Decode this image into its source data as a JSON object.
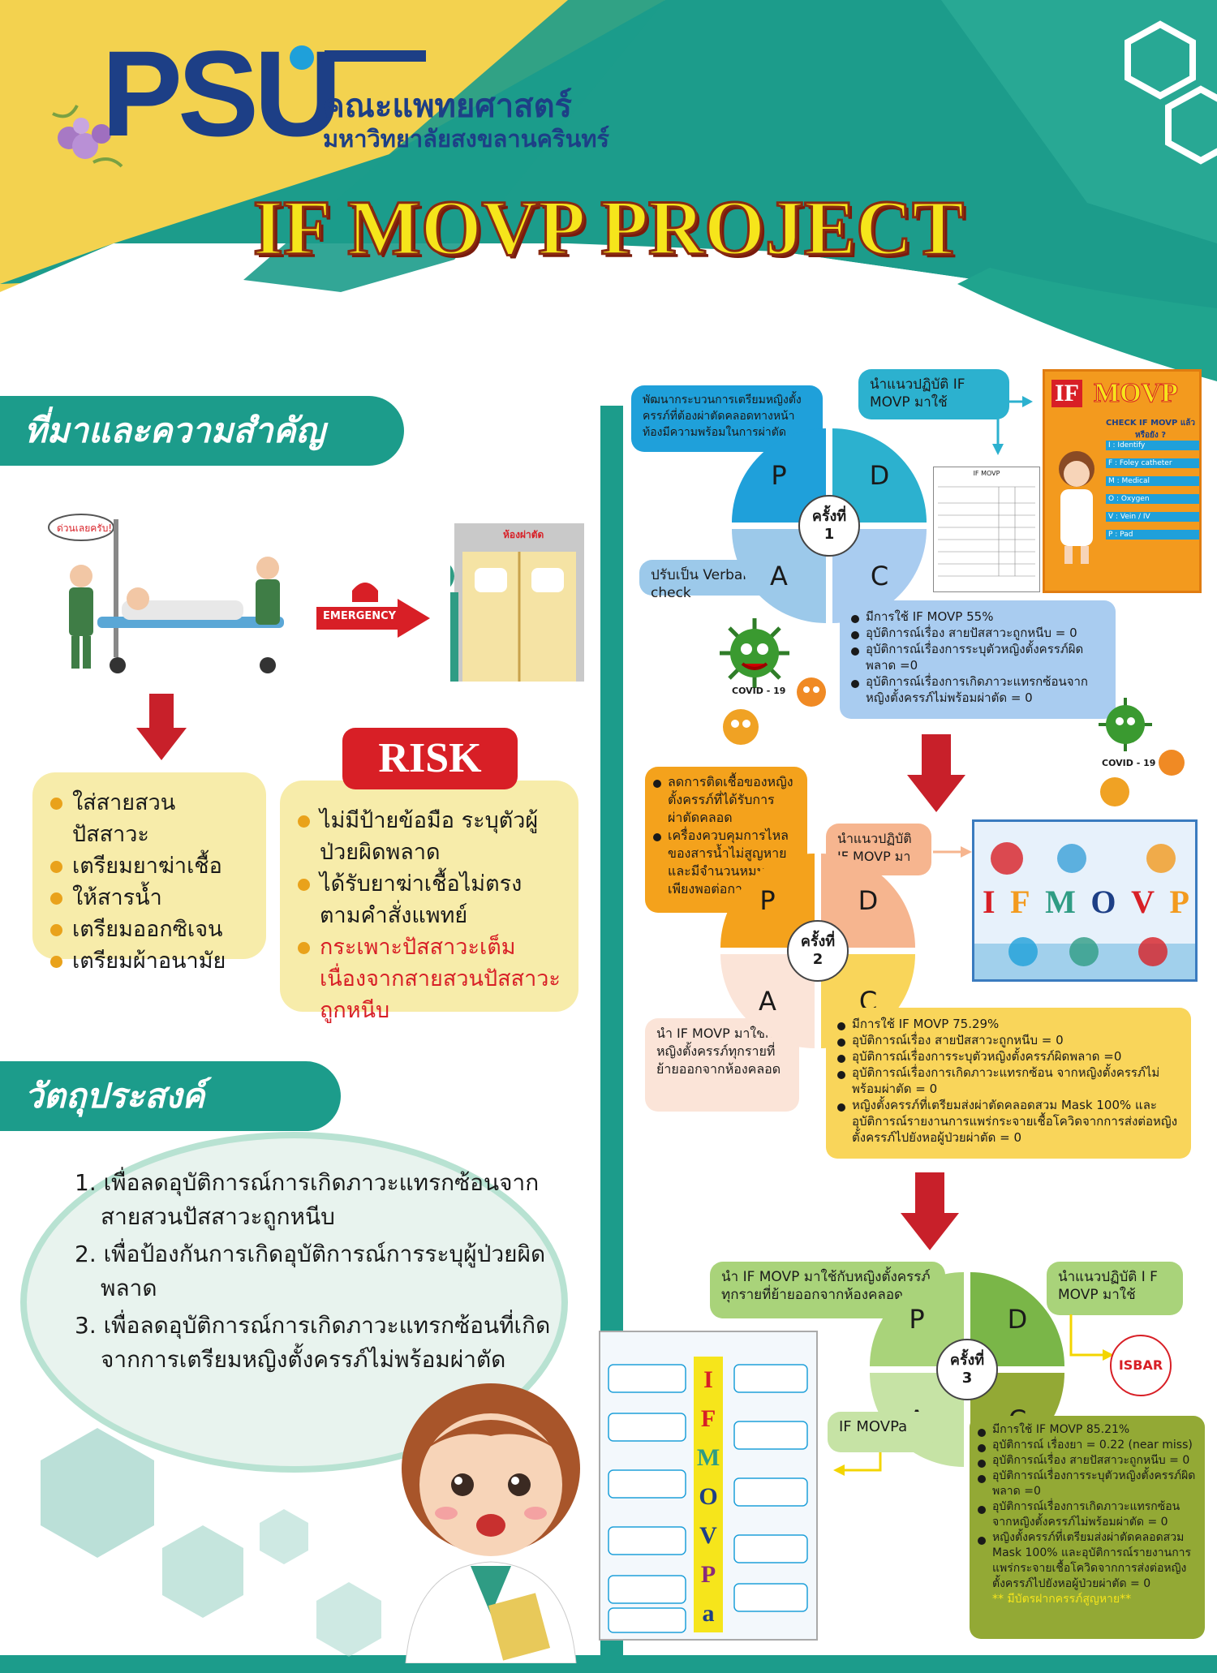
{
  "header": {
    "logo_text": "PSU",
    "faculty_line1": "คณะแพทยศาสตร์",
    "faculty_line2": "มหาวิทยาลัยสงขลานครินทร์",
    "title": "IF MOVP PROJECT"
  },
  "colors": {
    "teal": "#1c9c8b",
    "yellow": "#f3d24f",
    "red": "#c8202a",
    "blue": "#1d3f86"
  },
  "background_section": {
    "heading": "ที่มาและความสำคัญ",
    "speech": "ด่วนเลยครับ!",
    "room_sign": "ห้องผ่าตัด",
    "emergency_label": "EMERGENCY",
    "prep_items": [
      "ใส่สายสวนปัสสาวะ",
      "เตรียมยาฆ่าเชื้อ",
      "ให้สารน้ำ",
      "เตรียมออกซิเจน",
      "เตรียมผ้าอนามัย"
    ],
    "risk_label": "RISK",
    "risk_items": [
      "ไม่มีป้ายข้อมือ ระบุตัวผู้ป่วยผิดพลาด",
      "ได้รับยาฆ่าเชื้อไม่ตรงตามคำสั่งแพทย์",
      "กระเพาะปัสสาวะเต็มเนื่องจากสายสวนปัสสาวะถูกหนีบ"
    ]
  },
  "objective_section": {
    "heading": "วัตถุประสงค์",
    "items": [
      "1. เพื่อลดอุบัติการณ์การเกิดภาวะแทรกซ้อนจากสายสวนปัสสาวะถูกหนีบ",
      "2. เพื่อป้องกันการเกิดอุบัติการณ์การระบุผู้ป่วยผิดพลาด",
      "3. เพื่อลดอุบัติการณ์การเกิดภาวะแทรกซ้อนที่เกิดจากการเตรียมหญิงตั้งครรภ์ไม่พร้อมผ่าตัด"
    ]
  },
  "covid_label": "COVID - 19",
  "cycle1": {
    "label_line1": "ครั้งที่",
    "label_line2": "1",
    "P": "P",
    "D": "D",
    "A": "A",
    "C": "C",
    "plan": "พัฒนากระบวนการเตรียมหญิงตั้งครรภ์ที่ต้องผ่าตัดคลอดทางหน้าท้องมีความพร้อมในการผ่าตัด",
    "do": "นำแนวปฏิบัติ IF MOVP มาใช้",
    "act": "ปรับเป็น Verbal check",
    "check": [
      "มีการใช้ IF MOVP 55%",
      "อุบัติการณ์เรื่อง สายปัสสาวะถูกหนีบ = 0",
      "อุบัติการณ์เรื่องการระบุตัวหญิงตั้งครรภ์ผิดพลาด =0",
      "อุบัติการณ์เรื่องการเกิดภาวะแทรกซ้อนจากหญิงตั้งครรภ์ไม่พร้อมผ่าตัด = 0"
    ],
    "poster": {
      "title_if": "IF",
      "title_movp": "MOVP",
      "subtitle": "CHECK IF MOVP แล้วหรือยัง ?",
      "rows": [
        "I : Identify",
        "F : Foley catheter",
        "M : Medical",
        "O : Oxygen",
        "V : Vein / IV",
        "P : Pad"
      ],
      "form_title": "IF MOVP"
    }
  },
  "cycle2": {
    "label_line1": "ครั้งที่",
    "label_line2": "2",
    "P": "P",
    "D": "D",
    "A": "A",
    "C": "C",
    "plan": [
      "ลดการติดเชื้อของหญิงตั้งครรภ์ที่ได้รับการผ่าตัดคลอด",
      "เครื่องควบคุมการไหลของสารน้ำไม่สูญหายและมีจำนวนหมุนเวียนเพียงพอต่อการใช้งาน"
    ],
    "do": "นำแนวปฏิบัติ IF MOVP มาใช้",
    "act": "นำ IF MOVP มาใช้กับหญิงตั้งครรภ์ทุกรายที่ย้ายออกจากห้องคลอด",
    "check": [
      "มีการใช้ IF MOVP 75.29%",
      "อุบัติการณ์เรื่อง สายปัสสาวะถูกหนีบ = 0",
      "อุบัติการณ์เรื่องการระบุตัวหญิงตั้งครรภ์ผิดพลาด =0",
      "อุบัติการณ์เรื่องการเกิดภาวะแทรกซ้อน จากหญิงตั้งครรภ์ไม่พร้อมผ่าตัด = 0",
      "หญิงตั้งครรภ์ที่เตรียมส่งผ่าตัดคลอดสวม Mask 100% และอุบัติการณ์รายงานการแพร่กระจายเชื้อโควิดจากการส่งต่อหญิงตั้งครรภ์ไปยังหอผู้ป่วยผ่าตัด = 0"
    ],
    "poster_letters": [
      "I",
      "F",
      "M",
      "O",
      "V",
      "P"
    ]
  },
  "cycle3": {
    "label_line1": "ครั้งที่",
    "label_line2": "3",
    "P": "P",
    "D": "D",
    "A": "A",
    "C": "C",
    "plan": "นำ IF MOVP มาใช้กับหญิงตั้งครรภ์ทุกรายที่ย้ายออกจากห้องคลอด",
    "do": "นำแนวปฏิบัติ I F MOVP มาใช้",
    "isbar": "ISBAR",
    "act": "IF MOVPa",
    "check": [
      "มีการใช้ IF MOVP 85.21%",
      "อุบัติการณ์ เรื่องยา = 0.22 (near miss)",
      "อุบัติการณ์เรื่อง สายปัสสาวะถูกหนีบ = 0",
      "อุบัติการณ์เรื่องการระบุตัวหญิงตั้งครรภ์ผิดพลาด =0",
      "อุบัติการณ์เรื่องการเกิดภาวะแทรกซ้อนจากหญิงตั้งครรภ์ไม่พร้อมผ่าตัด = 0",
      "หญิงตั้งครรภ์ที่เตรียมส่งผ่าตัดคลอดสวม Mask 100% และอุบัติการณ์รายงานการแพร่กระจายเชื้อโควิดจากการส่งต่อหญิงตั้งครรภ์ไปยังหอผู้ป่วยผ่าตัด = 0"
    ],
    "check_note": "** มีบัตรฝากครรภ์สูญหาย**",
    "poster_letters": [
      "I",
      "F",
      "M",
      "O",
      "V",
      "P",
      "a"
    ]
  }
}
